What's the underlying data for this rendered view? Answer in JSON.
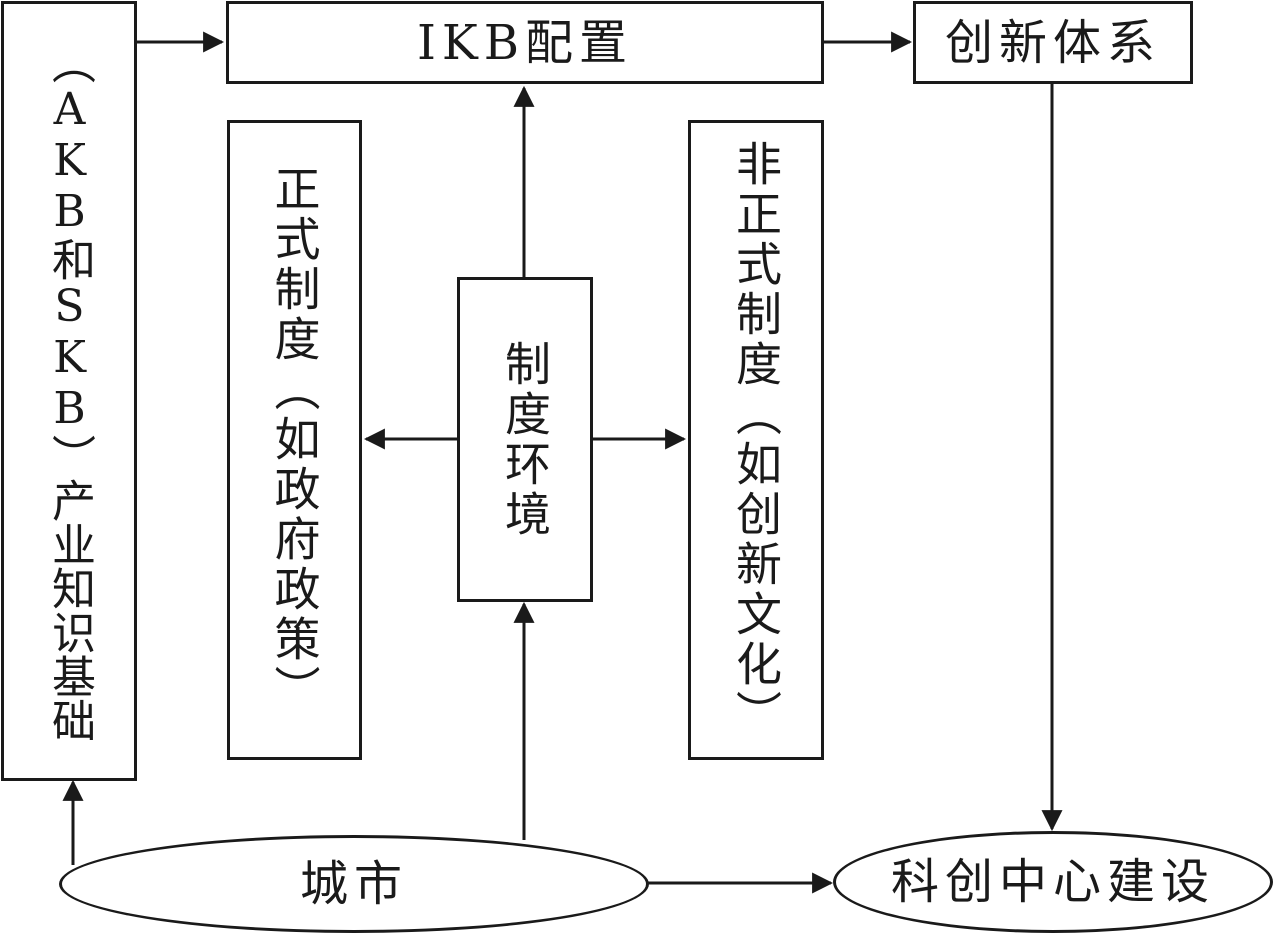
{
  "nodes": {
    "akb_skb": "（AKB和SKB）产业知识基础",
    "ikb": "IKB配置",
    "innovation_system": "创新体系",
    "formal": "正式制度（如政府政策）",
    "institutional_env": "制度环境",
    "informal": "非正式制度（如创新文化）",
    "city": "城市",
    "sci_center": "科创中心建设"
  }
}
